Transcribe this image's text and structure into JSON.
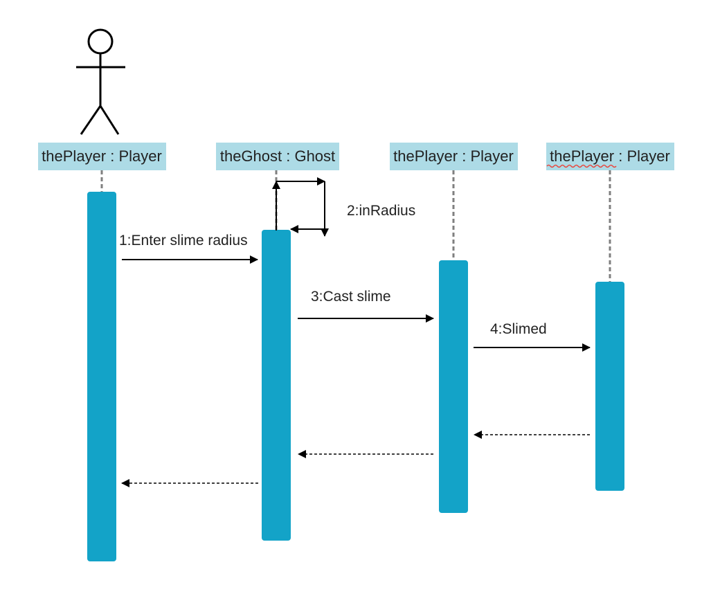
{
  "colors": {
    "activation": "#13A3C8",
    "label_bg": "#ADDBE6",
    "lifeline": "#7F7F7F",
    "arrow": "#000000",
    "text": "#222222",
    "squiggle": "#E8473F"
  },
  "actor": {
    "icon": "stick-figure-icon"
  },
  "lifelines": [
    {
      "label": "thePlayer : Player"
    },
    {
      "label": "theGhost : Ghost"
    },
    {
      "label": "thePlayer : Player"
    },
    {
      "label": "thePlayer : Player"
    }
  ],
  "messages": [
    {
      "label": "1:Enter slime radius",
      "from": 0,
      "to": 1,
      "kind": "sync"
    },
    {
      "label": "2:inRadius",
      "from": 1,
      "to": 1,
      "kind": "self"
    },
    {
      "label": "3:Cast slime",
      "from": 1,
      "to": 2,
      "kind": "sync"
    },
    {
      "label": "4:Slimed",
      "from": 2,
      "to": 3,
      "kind": "sync"
    },
    {
      "label": "",
      "from": 3,
      "to": 2,
      "kind": "return"
    },
    {
      "label": "",
      "from": 2,
      "to": 1,
      "kind": "return"
    },
    {
      "label": "",
      "from": 1,
      "to": 0,
      "kind": "return"
    }
  ]
}
